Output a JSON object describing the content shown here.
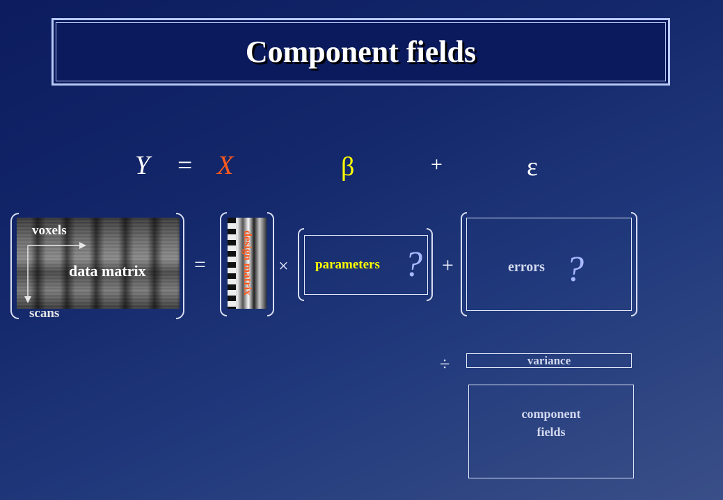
{
  "title": "Component fields",
  "equation": {
    "y": "Y",
    "equals": "=",
    "x": "X",
    "beta": "β",
    "plus": "+",
    "epsilon": "ε"
  },
  "diagram": {
    "voxels_label": "voxels",
    "scans_label": "scans",
    "data_matrix_label": "data matrix",
    "equals": "=",
    "design_matrix_label": "design matrix",
    "times": "×",
    "parameters_label": "parameters",
    "parameters_qmark": "?",
    "plus": "+",
    "errors_label": "errors",
    "errors_qmark": "?",
    "divide": "÷",
    "variance_label": "variance",
    "component_fields_line1": "component",
    "component_fields_line2": "fields"
  },
  "colors": {
    "x_symbol": "#ff5a1e",
    "beta_symbol": "#ffff00",
    "parameters_text": "#ffff00",
    "question_mark": "#a9b9ff"
  }
}
